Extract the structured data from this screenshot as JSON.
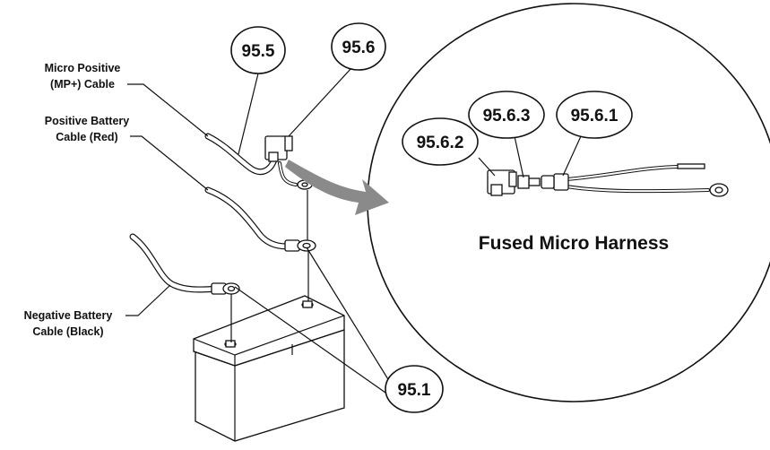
{
  "labels": {
    "mp_cable_line1": "Micro Positive",
    "mp_cable_line2": "(MP+) Cable",
    "pos_cable_line1": "Positive Battery",
    "pos_cable_line2": "Cable (Red)",
    "neg_cable_line1": "Negative Battery",
    "neg_cable_line2": "Cable (Black)",
    "harness_title": "Fused Micro Harness"
  },
  "callouts": {
    "c95_5": "95.5",
    "c95_6": "95.6",
    "c95_6_3": "95.6.3",
    "c95_6_1": "95.6.1",
    "c95_6_2": "95.6.2",
    "c95_1": "95.1"
  },
  "colors": {
    "line": "#111111",
    "arrow": "#8a8a8a",
    "background": "#ffffff"
  }
}
